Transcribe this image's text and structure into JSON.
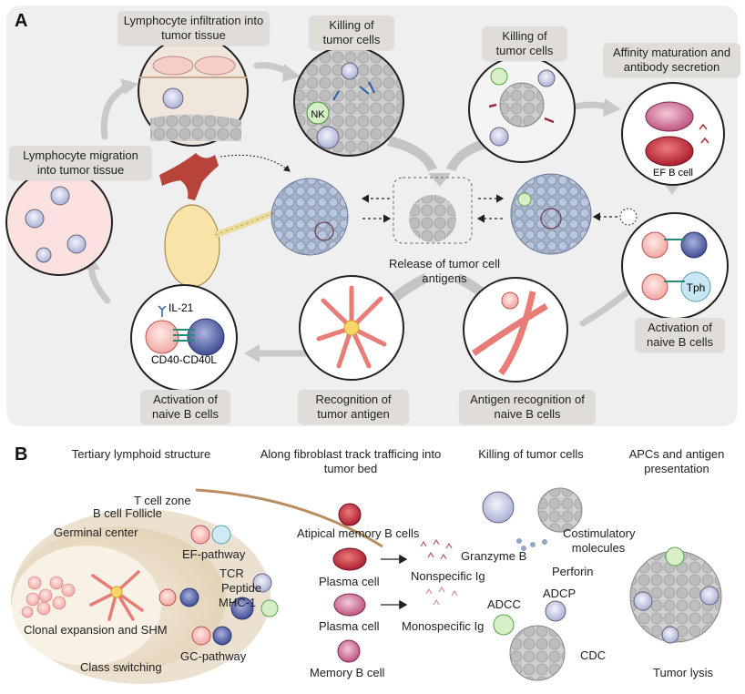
{
  "panel_a": {
    "letter": "A",
    "labels": {
      "infiltration": "Lymphocyte infiltration into tumor tissue",
      "killing_left": "Killing of tumor cells",
      "killing_right": "Killing of tumor cells",
      "affinity": "Affinity maturation and antibody secretion",
      "migration": "Lymphocyte migration into tumor tissue",
      "release": "Release of tumor cell antigens",
      "activation_right": "Activation of naive B cells",
      "activation_left": "Activation of naive B cells",
      "recognition": "Recognition of tumor antigen",
      "antigen_recognition": "Antigen recognition of naive B cells"
    },
    "inline": {
      "nk": "NK",
      "il21": "IL-21",
      "cd40": "CD40-CD40L",
      "ef_b": "EF B cell",
      "tph": "Tph"
    }
  },
  "panel_b": {
    "letter": "B",
    "headers": {
      "tls": "Tertiary lymphoid structure",
      "fibroblast": "Along fibroblast track trafficing into tumor bed",
      "killing": "Killing of tumor cells",
      "apc": "APCs and antigen presentation"
    },
    "tls_labels": {
      "t_zone": "T cell zone",
      "b_follicle": "B cell Follicle",
      "germinal": "Germinal center",
      "ef_pathway": "EF-pathway",
      "tcr": "TCR",
      "peptide": "Peptide",
      "mhc": "MHC-1",
      "clonal": "Clonal expansion and SHM",
      "gc_pathway": "GC-pathway",
      "class_switching": "Class switching"
    },
    "b_cells": {
      "atypical": "Atipical memory B cells",
      "plasma1": "Plasma cell",
      "plasma2": "Plasma cell",
      "memory": "Memory B cell",
      "nonspecific": "Nonspecific Ig",
      "monospecific": "Monospecific Ig"
    },
    "killing_labels": {
      "costim": "Costimulatory molecules",
      "granzyme": "Granzyme B",
      "perforin": "Perforin",
      "adcc": "ADCC",
      "adcp": "ADCP",
      "cdc": "CDC"
    },
    "tumor_lysis": "Tumor lysis"
  }
}
